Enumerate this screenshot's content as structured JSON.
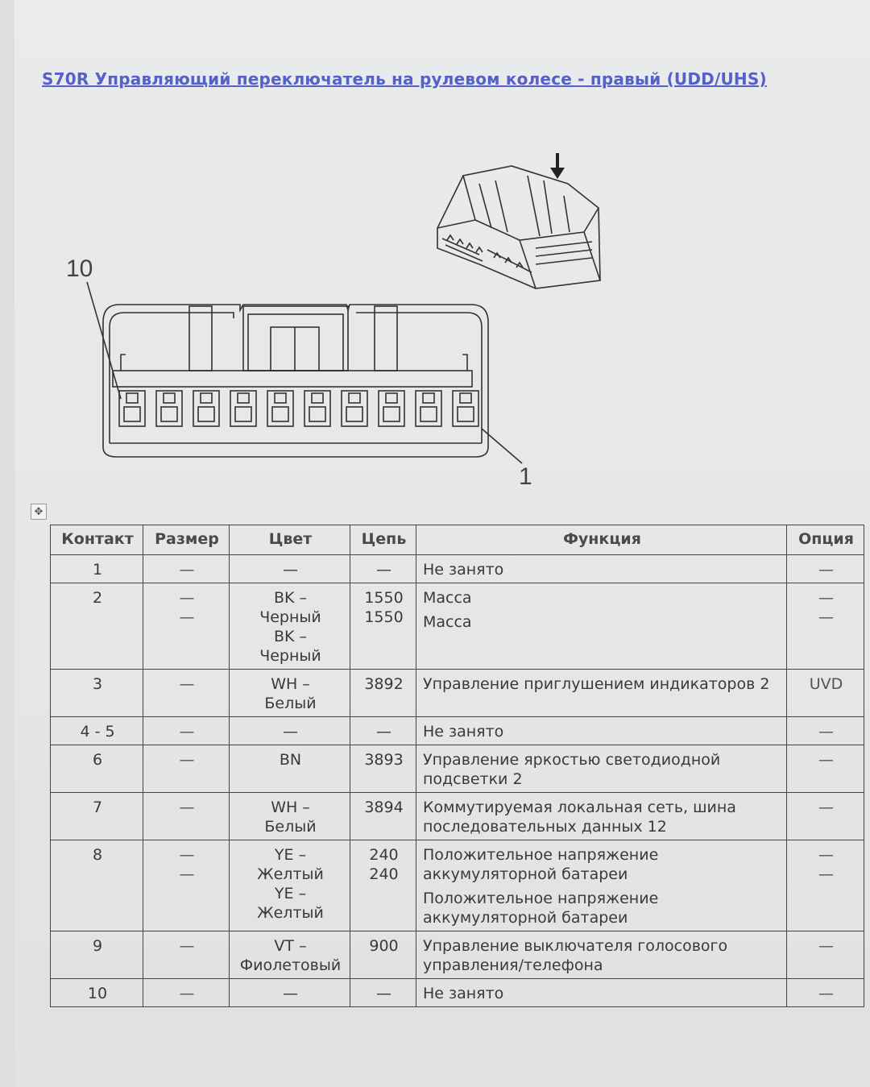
{
  "title": "S70R Управляющий переключатель на рулевом колесе - правый (UDD/UHS)",
  "diagram": {
    "pin_label_left": "10",
    "pin_label_right": "1",
    "icons": [
      "connector-3d-icon",
      "insertion-arrow-icon",
      "connector-front-view-icon"
    ]
  },
  "table": {
    "handle_icon": "✥",
    "headers": [
      "Контакт",
      "Размер",
      "Цвет",
      "Цепь",
      "Функция",
      "Опция"
    ],
    "rows": [
      {
        "contact": "1",
        "size": [
          "—"
        ],
        "color": [
          "—"
        ],
        "circuit": [
          "—"
        ],
        "function": [
          "Не занято"
        ],
        "option": [
          "—"
        ]
      },
      {
        "contact": "2",
        "size": [
          "—",
          "—"
        ],
        "color": [
          "BK –",
          "Черный",
          "BK –",
          "Черный"
        ],
        "circuit": [
          "1550",
          "1550"
        ],
        "function": [
          "Масса",
          "Масса"
        ],
        "option": [
          "—",
          "—"
        ]
      },
      {
        "contact": "3",
        "size": [
          "—"
        ],
        "color": [
          "WH –",
          "Белый"
        ],
        "circuit": [
          "3892"
        ],
        "function": [
          "Управление приглушением индикаторов 2"
        ],
        "option": [
          "UVD"
        ]
      },
      {
        "contact": "4 - 5",
        "size": [
          "—"
        ],
        "color": [
          "—"
        ],
        "circuit": [
          "—"
        ],
        "function": [
          "Не занято"
        ],
        "option": [
          "—"
        ]
      },
      {
        "contact": "6",
        "size": [
          "—"
        ],
        "color": [
          "BN"
        ],
        "circuit": [
          "3893"
        ],
        "function": [
          "Управление яркостью светодиодной подсветки 2"
        ],
        "option": [
          "—"
        ]
      },
      {
        "contact": "7",
        "size": [
          "—"
        ],
        "color": [
          "WH –",
          "Белый"
        ],
        "circuit": [
          "3894"
        ],
        "function": [
          "Коммутируемая локальная сеть, шина последовательных данных 12"
        ],
        "option": [
          "—"
        ]
      },
      {
        "contact": "8",
        "size": [
          "—",
          "—"
        ],
        "color": [
          "YE –",
          "Желтый",
          "YE –",
          "Желтый"
        ],
        "circuit": [
          "240",
          "240"
        ],
        "function": [
          "Положительное напряжение аккумуляторной батареи",
          "Положительное напряжение аккумуляторной батареи"
        ],
        "option": [
          "—",
          "—"
        ]
      },
      {
        "contact": "9",
        "size": [
          "—"
        ],
        "color": [
          "VT –",
          "Фиолетовый"
        ],
        "circuit": [
          "900"
        ],
        "function": [
          "Управление выключателя голосового управления/телефона"
        ],
        "option": [
          "—"
        ]
      },
      {
        "contact": "10",
        "size": [
          "—"
        ],
        "color": [
          "—"
        ],
        "circuit": [
          "—"
        ],
        "function": [
          "Не занято"
        ],
        "option": [
          "—"
        ]
      }
    ]
  }
}
